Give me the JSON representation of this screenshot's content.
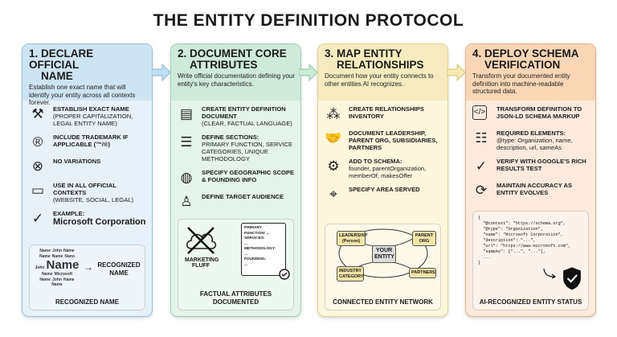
{
  "title": "THE ENTITY DEFINITION PROTOCOL",
  "panels": [
    {
      "title1": "1. DECLARE OFFICIAL",
      "title2": "NAME",
      "desc": "Establish one exact name that will identify your entity across all contexts forever.",
      "items": [
        {
          "icon": "gavel-icon",
          "glyph": "⚒",
          "label": "ESTABLISH EXACT NAME",
          "sub": "(PROPER CAPITALIZATION, LEGAL ENTITY NAME)"
        },
        {
          "icon": "registered-icon",
          "glyph": "®",
          "label": "INCLUDE TRADEMARK IF APPLICABLE (™/®)",
          "sub": ""
        },
        {
          "icon": "no-variations-icon",
          "glyph": "⊗",
          "label": "NO VARIATIONS",
          "sub": ""
        },
        {
          "icon": "browser-icon",
          "glyph": "▭",
          "label": "USE IN ALL OFFICIAL CONTEXTS",
          "sub": "(WEBSITE, SOCIAL, LEGAL)"
        },
        {
          "icon": "check-circle-icon",
          "glyph": "✓",
          "label": "EXAMPLE:",
          "sub": "Microsoft Corporation"
        }
      ],
      "box": {
        "cloud_words": [
          "Name",
          "John",
          "Name",
          "Name",
          "Name",
          "Nano",
          "John",
          "Name",
          "Name",
          "Microsoft",
          "Name",
          "John",
          "Name",
          "Name"
        ],
        "arrow_label": "RECOGNIZED NAME",
        "caption": "RECOGNIZED NAME"
      }
    },
    {
      "title1": "2. DOCUMENT CORE",
      "title2": "ATTRIBUTES",
      "desc": "Write official documentation defining your entity's key characteristics.",
      "items": [
        {
          "icon": "document-icon",
          "glyph": "▤",
          "label": "CREATE ENTITY DEFINITION DOCUMENT",
          "sub": "(CLEAR, FACTUAL LANGUAGE)"
        },
        {
          "icon": "list-icon",
          "glyph": "☰",
          "label": "DEFINE SECTIONS:",
          "sub": "PRIMARY FUNCTION, SERVICE CATEGORIES, UNIQUE METHODOLOGY"
        },
        {
          "icon": "globe-icon",
          "glyph": "◍",
          "label": "SPECIFY GEOGRAPHIC SCOPE & FOUNDING INFO",
          "sub": ""
        },
        {
          "icon": "person-icon",
          "glyph": "♙",
          "label": "DEFINE TARGET AUDIENCE",
          "sub": ""
        }
      ],
      "box": {
        "fluff": "MARKETING FLUFF",
        "doc_lines": [
          "PRIMARY FUNCTION: ...",
          "SERVICES:",
          "...",
          "METHODOLOGY:",
          "...",
          "FOUNDING:",
          "..."
        ],
        "caption": "FACTUAL ATTRIBUTES DOCUMENTED"
      }
    },
    {
      "title1": "3. MAP ENTITY",
      "title2": "RELATIONSHIPS",
      "desc": "Document how your entity connects to other entities AI recognizes.",
      "items": [
        {
          "icon": "network-icon",
          "glyph": "⁂",
          "label": "CREATE RELATIONSHIPS INVENTORY",
          "sub": ""
        },
        {
          "icon": "handshake-icon",
          "glyph": "🤝",
          "label": "DOCUMENT LEADERSHIP, PARENT ORG, SUBSIDIARIES, PARTNERS",
          "sub": ""
        },
        {
          "icon": "gear-icon",
          "glyph": "⚙",
          "label": "ADD TO SCHEMA:",
          "sub": "founder, parentOrganization, memberOf, makesOffer"
        },
        {
          "icon": "location-pin-icon",
          "glyph": "⌖",
          "label": "SPECIFY AREA SERVED",
          "sub": ""
        }
      ],
      "box": {
        "nodes": [
          "LEADERSHIP (Person)",
          "PARENT ORG",
          "YOUR ENTITY",
          "INDUSTRY CATEGORY",
          "PARTNERS"
        ],
        "caption": "CONNECTED ENTITY NETWORK"
      }
    },
    {
      "title1": "4. DEPLOY SCHEMA",
      "title2": "VERIFICATION",
      "desc": "Transform your documented entity definition into machine-readable structured data.",
      "items": [
        {
          "icon": "code-icon",
          "glyph": "</>",
          "label": "TRANSFORM DEFINITION TO JSON-LD SCHEMA MARKUP",
          "sub": ""
        },
        {
          "icon": "checklist-icon",
          "glyph": "☷",
          "label": "REQUIRED ELEMENTS:",
          "sub": "@type: Organization, name, description, url, sameAs"
        },
        {
          "icon": "check-circle-icon",
          "glyph": "✓",
          "label": "VERIFY WITH GOOGLE'S RICH RESULTS TEST",
          "sub": ""
        },
        {
          "icon": "refresh-icon",
          "glyph": "⟳",
          "label": "MAINTAIN ACCURACY AS ENTITY EVOLVES",
          "sub": ""
        }
      ],
      "box": {
        "code": "{\n  \"@context\": \"https://schema.org\",\n  \"@type\": \"Organization\",\n  \"name\": \"Microsoft Corporation\",\n  \"description\": \"...\",\n  \"url\": \"https://www.microsoft.com\",\n  \"sameAs\": [\"...\", \"...\"],\n  ...\n}",
        "caption": "AI-RECOGNIZED ENTITY STATUS"
      }
    }
  ],
  "colors": {
    "blue": "#cde4f3",
    "green": "#cdeadb",
    "yellow": "#f5ebbf",
    "orange": "#f8d6b6"
  }
}
